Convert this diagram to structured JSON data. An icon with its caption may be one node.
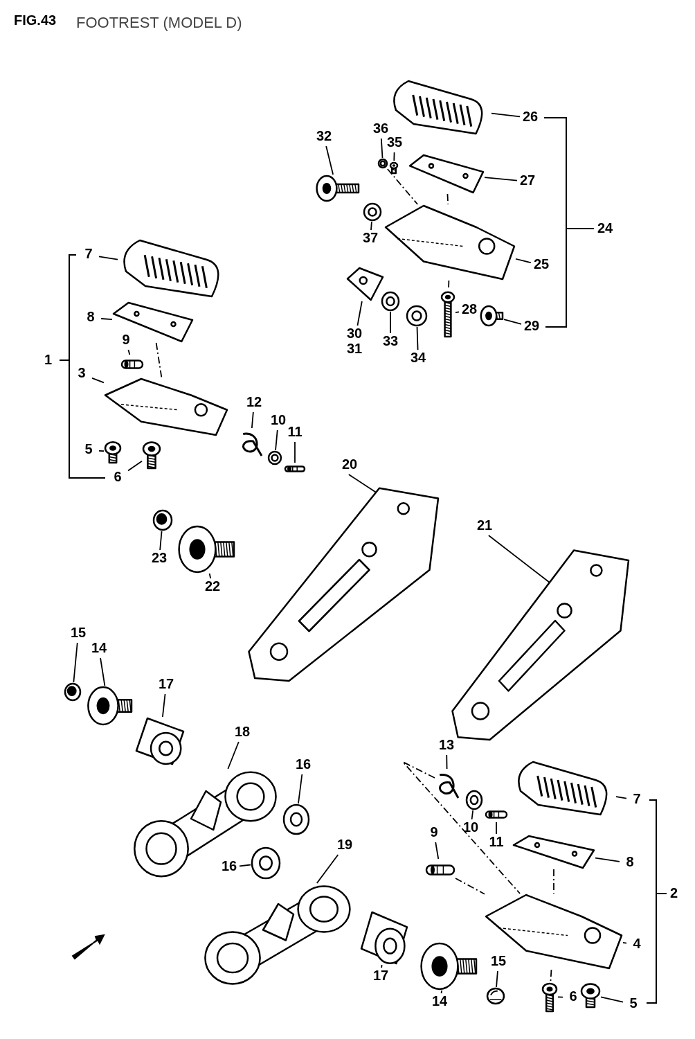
{
  "diagram": {
    "title": "FOOTREST (MODEL D)",
    "nodes": [
      {
        "text": [
          "26"
        ]
      },
      {
        "text": [],
        "shape": "picture"
      },
      {
        "text": [
          "36"
        ]
      },
      {
        "text": [],
        "shape": "picture"
      },
      {
        "text": [
          "35"
        ]
      },
      {
        "text": [],
        "shape": "picture"
      },
      {
        "text": [
          "32"
        ]
      },
      {
        "text": [],
        "shape": "picture"
      },
      {
        "text": [
          "27"
        ]
      },
      {
        "text": [],
        "shape": "picture"
      },
      {
        "text": [
          "37"
        ]
      },
      {
        "text": [],
        "shape": "picture"
      },
      {
        "text": [
          "25"
        ]
      },
      {
        "text": [],
        "shape": "picture"
      },
      {
        "text": [
          "30",
          "31"
        ]
      },
      {
        "text": [],
        "shape": "picture"
      },
      {
        "text": [
          "33"
        ]
      },
      {
        "text": [],
        "shape": "picture"
      },
      {
        "text": [
          "34"
        ]
      },
      {
        "text": [],
        "shape": "picture"
      },
      {
        "text": [
          "28"
        ]
      },
      {
        "text": [],
        "shape": "picture"
      },
      {
        "text": [
          "29"
        ]
      },
      {
        "text": [],
        "shape": "picture"
      },
      {
        "text": [
          "7"
        ]
      },
      {
        "text": [],
        "shape": "picture"
      },
      {
        "text": [
          "8"
        ]
      },
      {
        "text": [],
        "shape": "picture"
      },
      {
        "text": [
          "9"
        ]
      },
      {
        "text": [],
        "shape": "picture"
      },
      {
        "text": [
          "3"
        ]
      },
      {
        "text": [],
        "shape": "picture"
      },
      {
        "text": [
          "5"
        ]
      },
      {
        "text": [],
        "shape": "picture"
      },
      {
        "text": [
          "6"
        ]
      },
      {
        "text": [],
        "shape": "picture"
      },
      {
        "text": [
          "12"
        ]
      },
      {
        "text": [],
        "shape": "picture"
      },
      {
        "text": [
          "10"
        ]
      },
      {
        "text": [],
        "shape": "picture"
      },
      {
        "text": [
          "11"
        ]
      },
      {
        "text": [],
        "shape": "picture"
      },
      {
        "text": [
          "20"
        ]
      },
      {
        "text": [],
        "shape": "picture"
      },
      {
        "text": [
          "21"
        ]
      },
      {
        "text": [],
        "shape": "picture"
      },
      {
        "text": [
          "23"
        ]
      },
      {
        "text": [],
        "shape": "picture"
      },
      {
        "text": [
          "22"
        ]
      },
      {
        "text": [],
        "shape": "picture"
      },
      {
        "text": [
          "15"
        ]
      },
      {
        "text": [],
        "shape": "picture"
      },
      {
        "text": [
          "14"
        ]
      },
      {
        "text": [],
        "shape": "picture"
      },
      {
        "text": [
          "17"
        ]
      },
      {
        "text": [],
        "shape": "picture"
      },
      {
        "text": [
          "18"
        ]
      },
      {
        "text": [],
        "shape": "picture"
      },
      {
        "text": [
          "16"
        ]
      },
      {
        "text": [],
        "shape": "picture"
      },
      {
        "text": [
          "16"
        ]
      },
      {
        "text": [],
        "shape": "picture"
      },
      {
        "text": [
          "19"
        ]
      },
      {
        "text": [],
        "shape": "picture"
      },
      {
        "text": [
          "17"
        ]
      },
      {
        "text": [],
        "shape": "picture"
      },
      {
        "text": [
          "14"
        ]
      },
      {
        "text": [],
        "shape": "picture"
      },
      {
        "text": [
          "15"
        ]
      },
      {
        "text": [],
        "shape": "picture"
      },
      {
        "text": [
          "13"
        ]
      },
      {
        "text": [],
        "shape": "picture"
      },
      {
        "text": [
          "10"
        ]
      },
      {
        "text": [],
        "shape": "picture"
      },
      {
        "text": [
          "11"
        ]
      },
      {
        "text": [],
        "shape": "picture"
      },
      {
        "text": [
          "7"
        ]
      },
      {
        "text": [],
        "shape": "picture"
      },
      {
        "text": [
          "8"
        ]
      },
      {
        "text": [],
        "shape": "picture"
      },
      {
        "text": [
          "9"
        ]
      },
      {
        "text": [],
        "shape": "picture"
      },
      {
        "text": [
          "4"
        ]
      },
      {
        "text": [],
        "shape": "picture"
      },
      {
        "text": [
          "6"
        ]
      },
      {
        "text": [],
        "shape": "picture"
      },
      {
        "text": [
          "5"
        ]
      },
      {
        "text": [],
        "shape": "picture"
      }
    ],
    "edges": [
      {
        "from": 0,
        "to": 1,
        "arrow": "none"
      },
      {
        "from": 2,
        "to": 3,
        "arrow": "none"
      },
      {
        "from": 4,
        "to": 5,
        "arrow": "none"
      },
      {
        "from": 6,
        "to": 7,
        "arrow": "none"
      },
      {
        "from": 8,
        "to": 9,
        "arrow": "none"
      },
      {
        "from": 10,
        "to": 11,
        "arrow": "none"
      },
      {
        "from": 12,
        "to": 13,
        "arrow": "none"
      },
      {
        "from": 14,
        "to": 15,
        "arrow": "none"
      },
      {
        "from": 16,
        "to": 17,
        "arrow": "none"
      },
      {
        "from": 18,
        "to": 19,
        "arrow": "none"
      },
      {
        "from": 20,
        "to": 21,
        "arrow": "none"
      },
      {
        "from": 22,
        "to": 23,
        "arrow": "none"
      },
      {
        "from": 24,
        "to": 25,
        "arrow": "none"
      },
      {
        "from": 26,
        "to": 27,
        "arrow": "none"
      },
      {
        "from": 28,
        "to": 29,
        "arrow": "none"
      },
      {
        "from": 30,
        "to": 31,
        "arrow": "none"
      },
      {
        "from": 32,
        "to": 33,
        "arrow": "none"
      },
      {
        "from": 34,
        "to": 35,
        "arrow": "none"
      },
      {
        "from": 36,
        "to": 37,
        "arrow": "none"
      },
      {
        "from": 38,
        "to": 39,
        "arrow": "none"
      },
      {
        "from": 40,
        "to": 41,
        "arrow": "none"
      },
      {
        "from": 42,
        "to": 43,
        "arrow": "none"
      },
      {
        "from": 44,
        "to": 45,
        "arrow": "none"
      },
      {
        "from": 46,
        "to": 47,
        "arrow": "none"
      },
      {
        "from": 48,
        "to": 49,
        "arrow": "none"
      },
      {
        "from": 50,
        "to": 51,
        "arrow": "none"
      },
      {
        "from": 52,
        "to": 53,
        "arrow": "none"
      },
      {
        "from": 54,
        "to": 55,
        "arrow": "none"
      },
      {
        "from": 56,
        "to": 57,
        "arrow": "none"
      },
      {
        "from": 58,
        "to": 59,
        "arrow": "none"
      },
      {
        "from": 60,
        "to": 61,
        "arrow": "none"
      },
      {
        "from": 62,
        "to": 63,
        "arrow": "none"
      },
      {
        "from": 64,
        "to": 65,
        "arrow": "none"
      },
      {
        "from": 66,
        "to": 67,
        "arrow": "none"
      },
      {
        "from": 68,
        "to": 69,
        "arrow": "none"
      },
      {
        "from": 70,
        "to": 71,
        "arrow": "none"
      },
      {
        "from": 72,
        "to": 73,
        "arrow": "none"
      },
      {
        "from": 74,
        "to": 75,
        "arrow": "none"
      },
      {
        "from": 76,
        "to": 77,
        "arrow": "none"
      },
      {
        "from": 78,
        "to": 79,
        "arrow": "none"
      },
      {
        "from": 80,
        "to": 81,
        "arrow": "none"
      },
      {
        "from": 82,
        "to": 83,
        "arrow": "none"
      },
      {
        "from": 84,
        "to": 85,
        "arrow": "none"
      },
      {
        "from": 86,
        "to": 87,
        "arrow": "none"
      },
      {
        "from": 3,
        "to": 13,
        "arrow": "none",
        "style": "dashed"
      },
      {
        "from": 9,
        "to": 13,
        "arrow": "none",
        "style": "dashed"
      },
      {
        "from": 27,
        "to": 31,
        "arrow": "none",
        "style": "dashed"
      },
      {
        "from": 71,
        "to": 83,
        "arrow": "none",
        "style": "dashed"
      },
      {
        "from": 81,
        "to": 83,
        "arrow": "none",
        "style": "dashed"
      },
      {
        "from": 79,
        "to": 83,
        "arrow": "none",
        "style": "dashed"
      },
      {
        "from": 13,
        "to": 21,
        "arrow": "none",
        "style": "dashed"
      },
      {
        "from": 83,
        "to": 85,
        "arrow": "none",
        "style": "dashed"
      }
    ],
    "labels": [
      "FIG.43",
      "24",
      "1",
      "2"
    ]
  }
}
